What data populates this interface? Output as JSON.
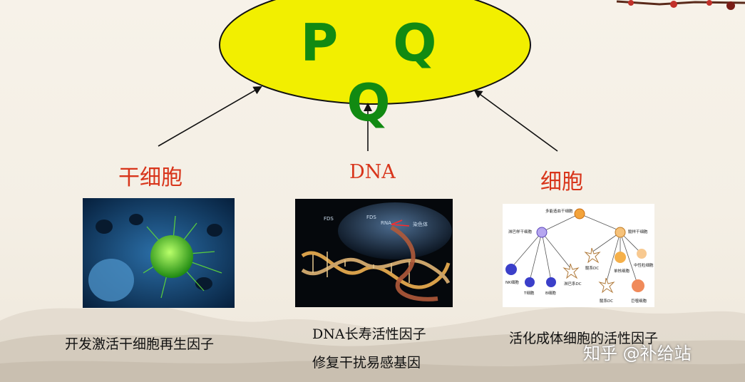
{
  "center": {
    "label": "P Q Q",
    "fill": "#f2ef00",
    "text_color": "#118a12"
  },
  "nodes": [
    {
      "label": "干细胞",
      "caption_lines": [
        "开发激活干细胞再生因子"
      ]
    },
    {
      "label": "DNA",
      "caption_lines": [
        "DNA长寿活性因子",
        "修复干扰易感基因"
      ]
    },
    {
      "label": "细胞",
      "caption_lines": [
        "活化成体细胞的活性因子"
      ]
    }
  ],
  "label_color": "#d8351b",
  "hematopoiesis": {
    "labels": [
      "多能造血干细胞",
      "淋巴样干细胞",
      "髓样干细胞",
      "NK细胞",
      "T细胞",
      "B细胞",
      "淋巴系DC",
      "髓系DC",
      "单核细胞",
      "中性粒细胞",
      "髓系DC",
      "巨噬细胞"
    ]
  },
  "dna_panel": {
    "labels": [
      "FDS",
      "FDS",
      "RNA",
      "染色体"
    ]
  },
  "watermark": "知乎 @补给站"
}
